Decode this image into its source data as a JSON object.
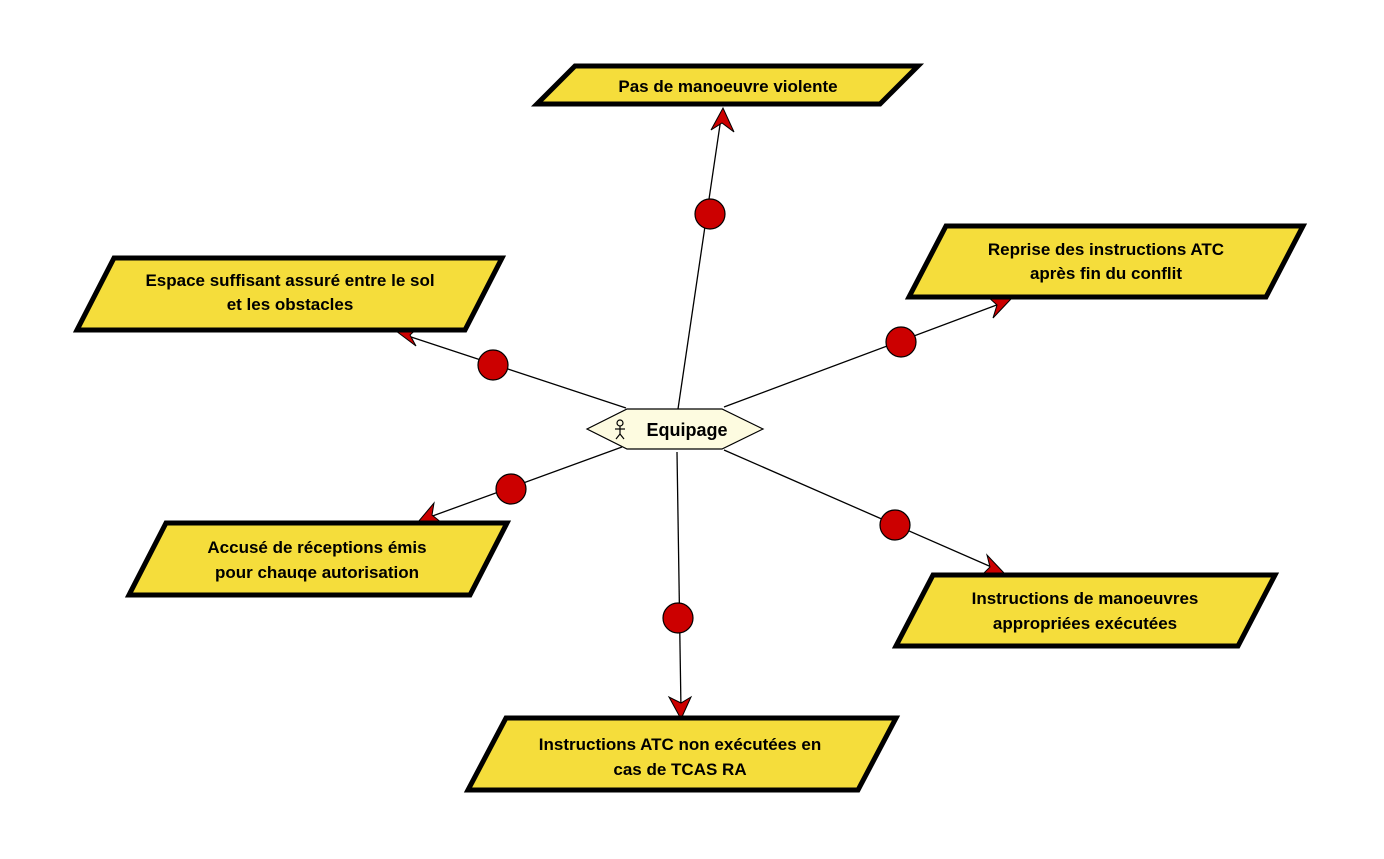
{
  "center": {
    "label": "Equipage",
    "icon": "actor-icon"
  },
  "goals": [
    {
      "lines": [
        "Pas de manoeuvre violente"
      ]
    },
    {
      "lines": [
        "Reprise des instructions ATC",
        "après fin du conflit"
      ]
    },
    {
      "lines": [
        "Espace suffisant assuré entre le sol",
        "et les obstacles"
      ]
    },
    {
      "lines": [
        "Accusé de réceptions émis",
        "pour chauqe autorisation"
      ]
    },
    {
      "lines": [
        "Instructions de manoeuvres",
        "appropriées exécutées"
      ]
    },
    {
      "lines": [
        "Instructions ATC non exécutées en",
        "cas de TCAS RA"
      ]
    }
  ],
  "colors": {
    "goal_fill": "#f5dd3b",
    "dot": "#cc0000",
    "center_fill": "#fdfbe0"
  }
}
